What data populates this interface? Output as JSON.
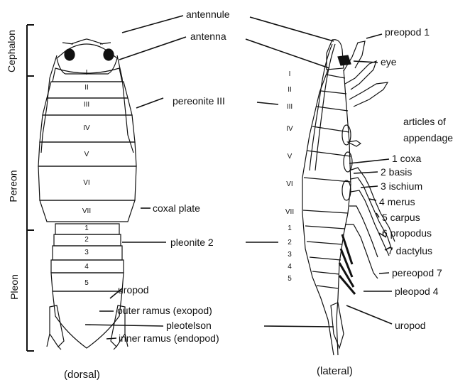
{
  "body_regions": [
    "Cephalon",
    "Pereon",
    "Pleon"
  ],
  "views": {
    "dorsal": "(dorsal)",
    "lateral": "(lateral)"
  },
  "dorsal_segments": [
    "I",
    "II",
    "III",
    "IV",
    "V",
    "VI",
    "VII",
    "1",
    "2",
    "3",
    "4",
    "5"
  ],
  "lateral_segments": [
    "I",
    "II",
    "III",
    "IV",
    "V",
    "VI",
    "VII",
    "1",
    "2",
    "3",
    "4",
    "5"
  ],
  "labels": {
    "antennule": "antennule",
    "antenna": "antenna",
    "pereonite": "pereonite III",
    "coxal_plate": "coxal plate",
    "pleonite": "pleonite 2",
    "uropod_left": "uropod",
    "outer_ramus": "outer ramus (exopod)",
    "pleotelson": "pleotelson",
    "inner_ramus": "inner ramus (endopod)",
    "preopod": "preopod 1",
    "eye": "eye",
    "articles_title_1": "articles of",
    "articles_title_2": "appendage",
    "coxa": "1 coxa",
    "basis": "2 basis",
    "ischium": "3 ischium",
    "merus": "4 merus",
    "carpus": "5 carpus",
    "propodus": "6 propodus",
    "dactylus": "7 dactylus",
    "pereopod": "pereopod 7",
    "pleopod": "pleopod 4",
    "uropod_right": "uropod"
  }
}
